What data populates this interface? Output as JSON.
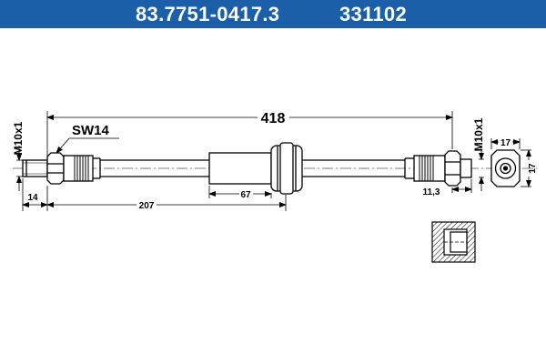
{
  "header": {
    "part_number": "83.7751-0417.3",
    "ref_number": "331102"
  },
  "dimensions": {
    "total_length": "418",
    "wrench_size": "SW14",
    "left_thread": "M10x1",
    "right_thread": "M10x1",
    "left_offset": "14",
    "sleeve_position": "207",
    "sleeve_length": "67",
    "right_offset": "11,3",
    "end_width": "17",
    "end_height": "17"
  },
  "colors": {
    "header_bg": "#1a5fa8",
    "header_text": "#ffffff",
    "drawing": "#000000",
    "fitting_dark": "#555555"
  }
}
